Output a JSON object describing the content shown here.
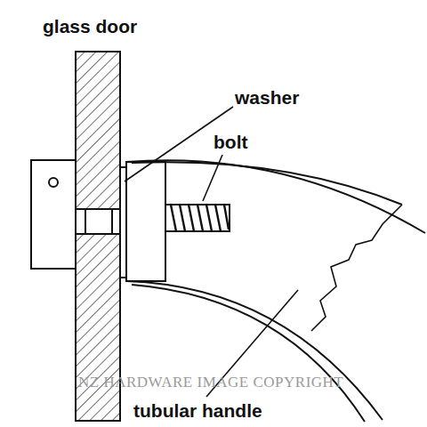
{
  "diagram": {
    "labels": [
      "glass door",
      "washer",
      "bolt",
      "tubular handle",
      "NZ HARDWARE IMAGE COPYRIGHT"
    ]
  }
}
